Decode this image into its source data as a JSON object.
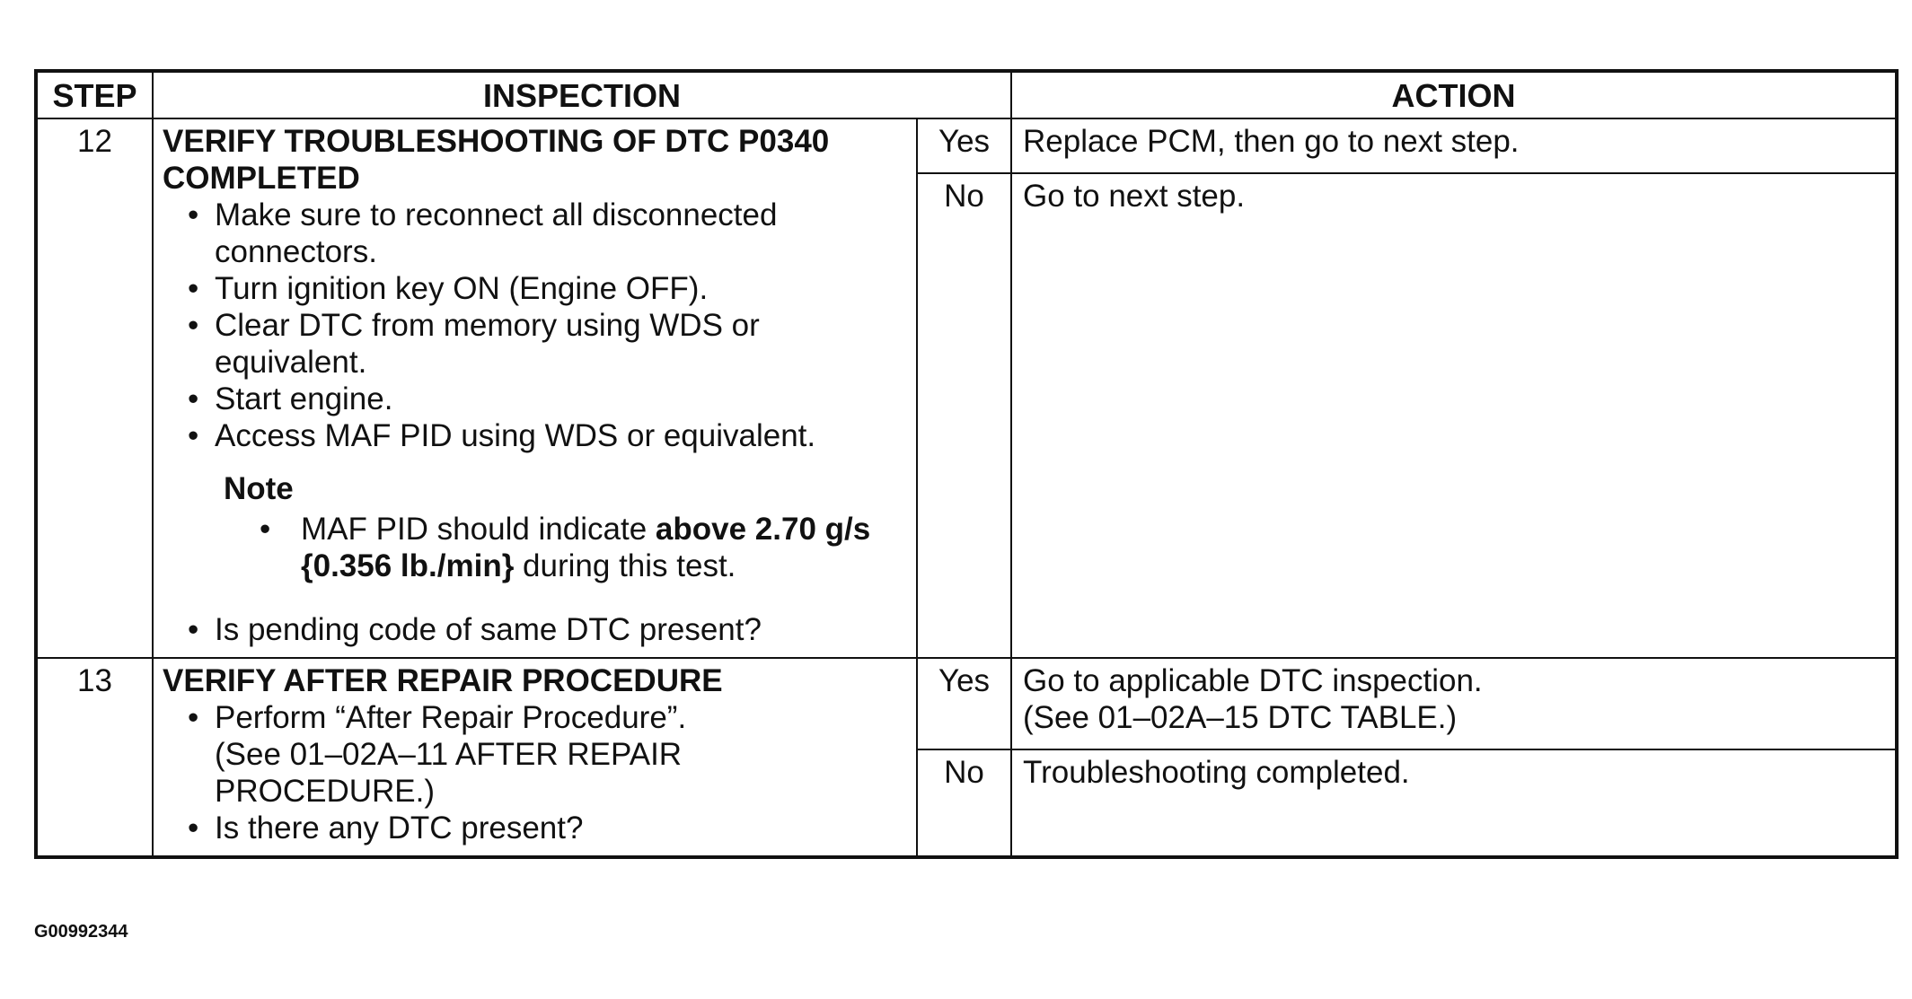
{
  "table": {
    "headers": {
      "step": "STEP",
      "inspection": "INSPECTION",
      "action": "ACTION"
    },
    "step12": {
      "number": "12",
      "title_line1": "VERIFY TROUBLESHOOTING OF DTC P0340",
      "title_line2": "COMPLETED",
      "bullets": [
        "Make sure to reconnect all disconnected connectors.",
        "Turn ignition key ON (Engine OFF).",
        "Clear DTC from memory using WDS or equivalent.",
        "Start engine.",
        "Access MAF PID using WDS or equivalent."
      ],
      "note_heading": "Note",
      "note_text_before": "MAF PID should indicate ",
      "note_bold": "above 2.70 g/s {0.356 lb./min}",
      "note_text_after": " during this test.",
      "question": "Is pending code of same DTC present?",
      "yes_label": "Yes",
      "yes_action": "Replace PCM, then go to next step.",
      "no_label": "No",
      "no_action": "Go to next step."
    },
    "step13": {
      "number": "13",
      "title": "VERIFY AFTER REPAIR PROCEDURE",
      "bullet1_line1": "Perform “After Repair Procedure”.",
      "bullet1_line2": "(See 01–02A–11 AFTER REPAIR PROCEDURE.)",
      "question": "Is there any DTC present?",
      "yes_label": "Yes",
      "yes_action_line1": "Go to applicable DTC inspection.",
      "yes_action_line2": "(See 01–02A–15 DTC TABLE.)",
      "no_label": "No",
      "no_action": "Troubleshooting completed."
    }
  },
  "figure_id": "G00992344"
}
